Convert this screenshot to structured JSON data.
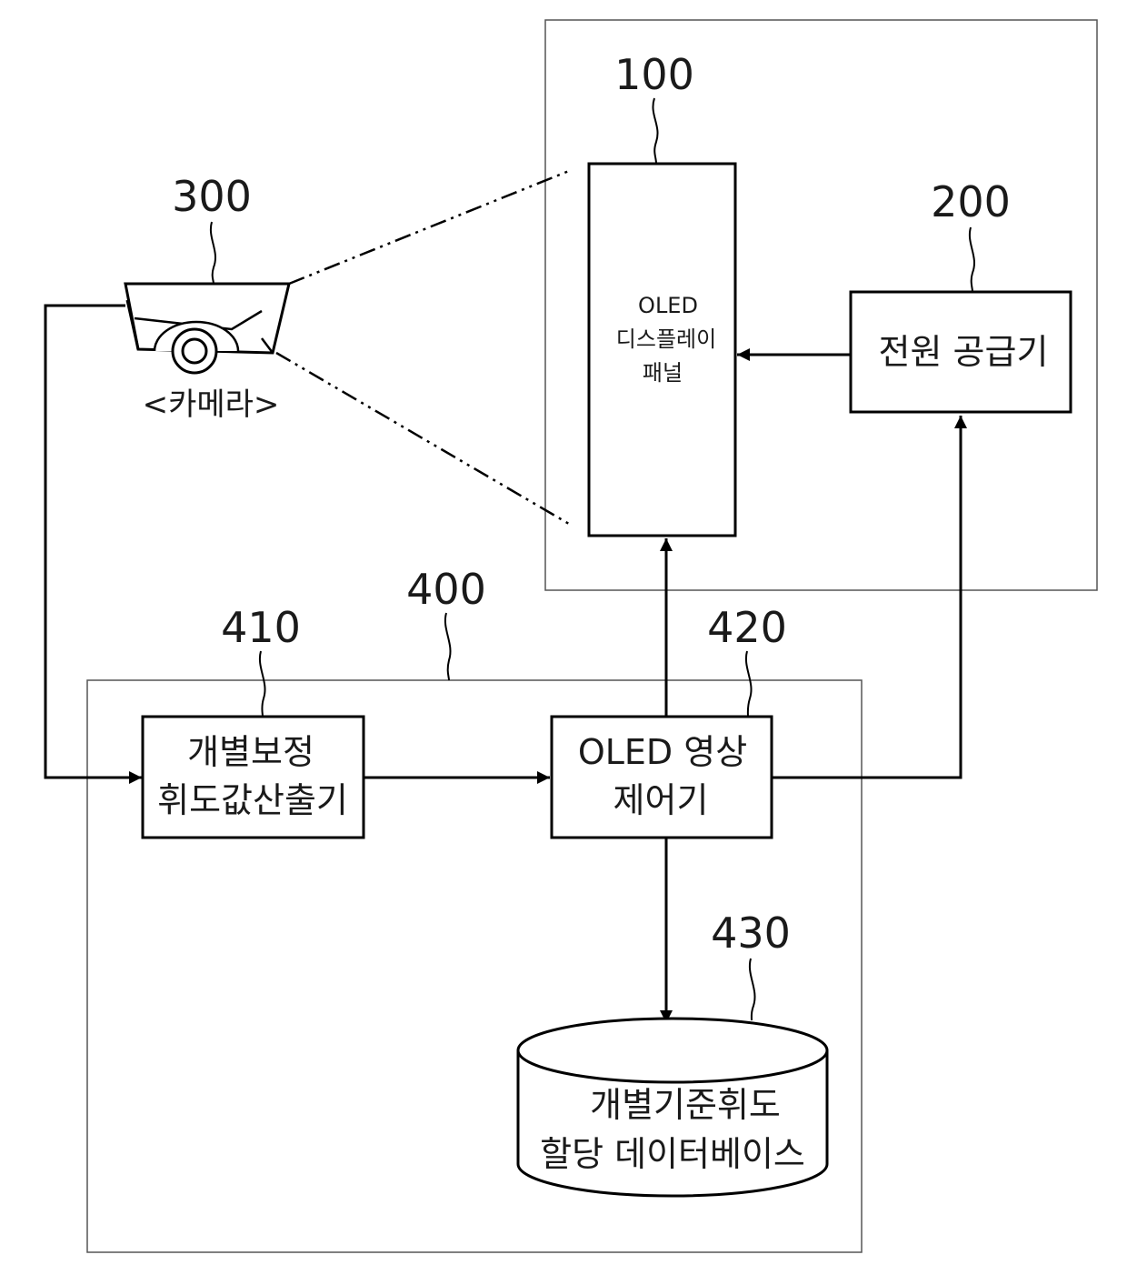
{
  "refs": {
    "panel": "100",
    "power": "200",
    "camera": "300",
    "system": "400",
    "calc": "410",
    "controller": "420",
    "database": "430"
  },
  "panel": {
    "line1": "OLED",
    "line2": "디스플레이",
    "line3": "패널"
  },
  "power": {
    "label": "전원 공급기"
  },
  "camera": {
    "label": "<카메라>"
  },
  "calc": {
    "line1": "개별보정",
    "line2": "휘도값산출기"
  },
  "controller": {
    "line1": "OLED 영상",
    "line2": "제어기"
  },
  "database": {
    "line1": "개별기준휘도",
    "line2": "할당 데이터베이스"
  }
}
